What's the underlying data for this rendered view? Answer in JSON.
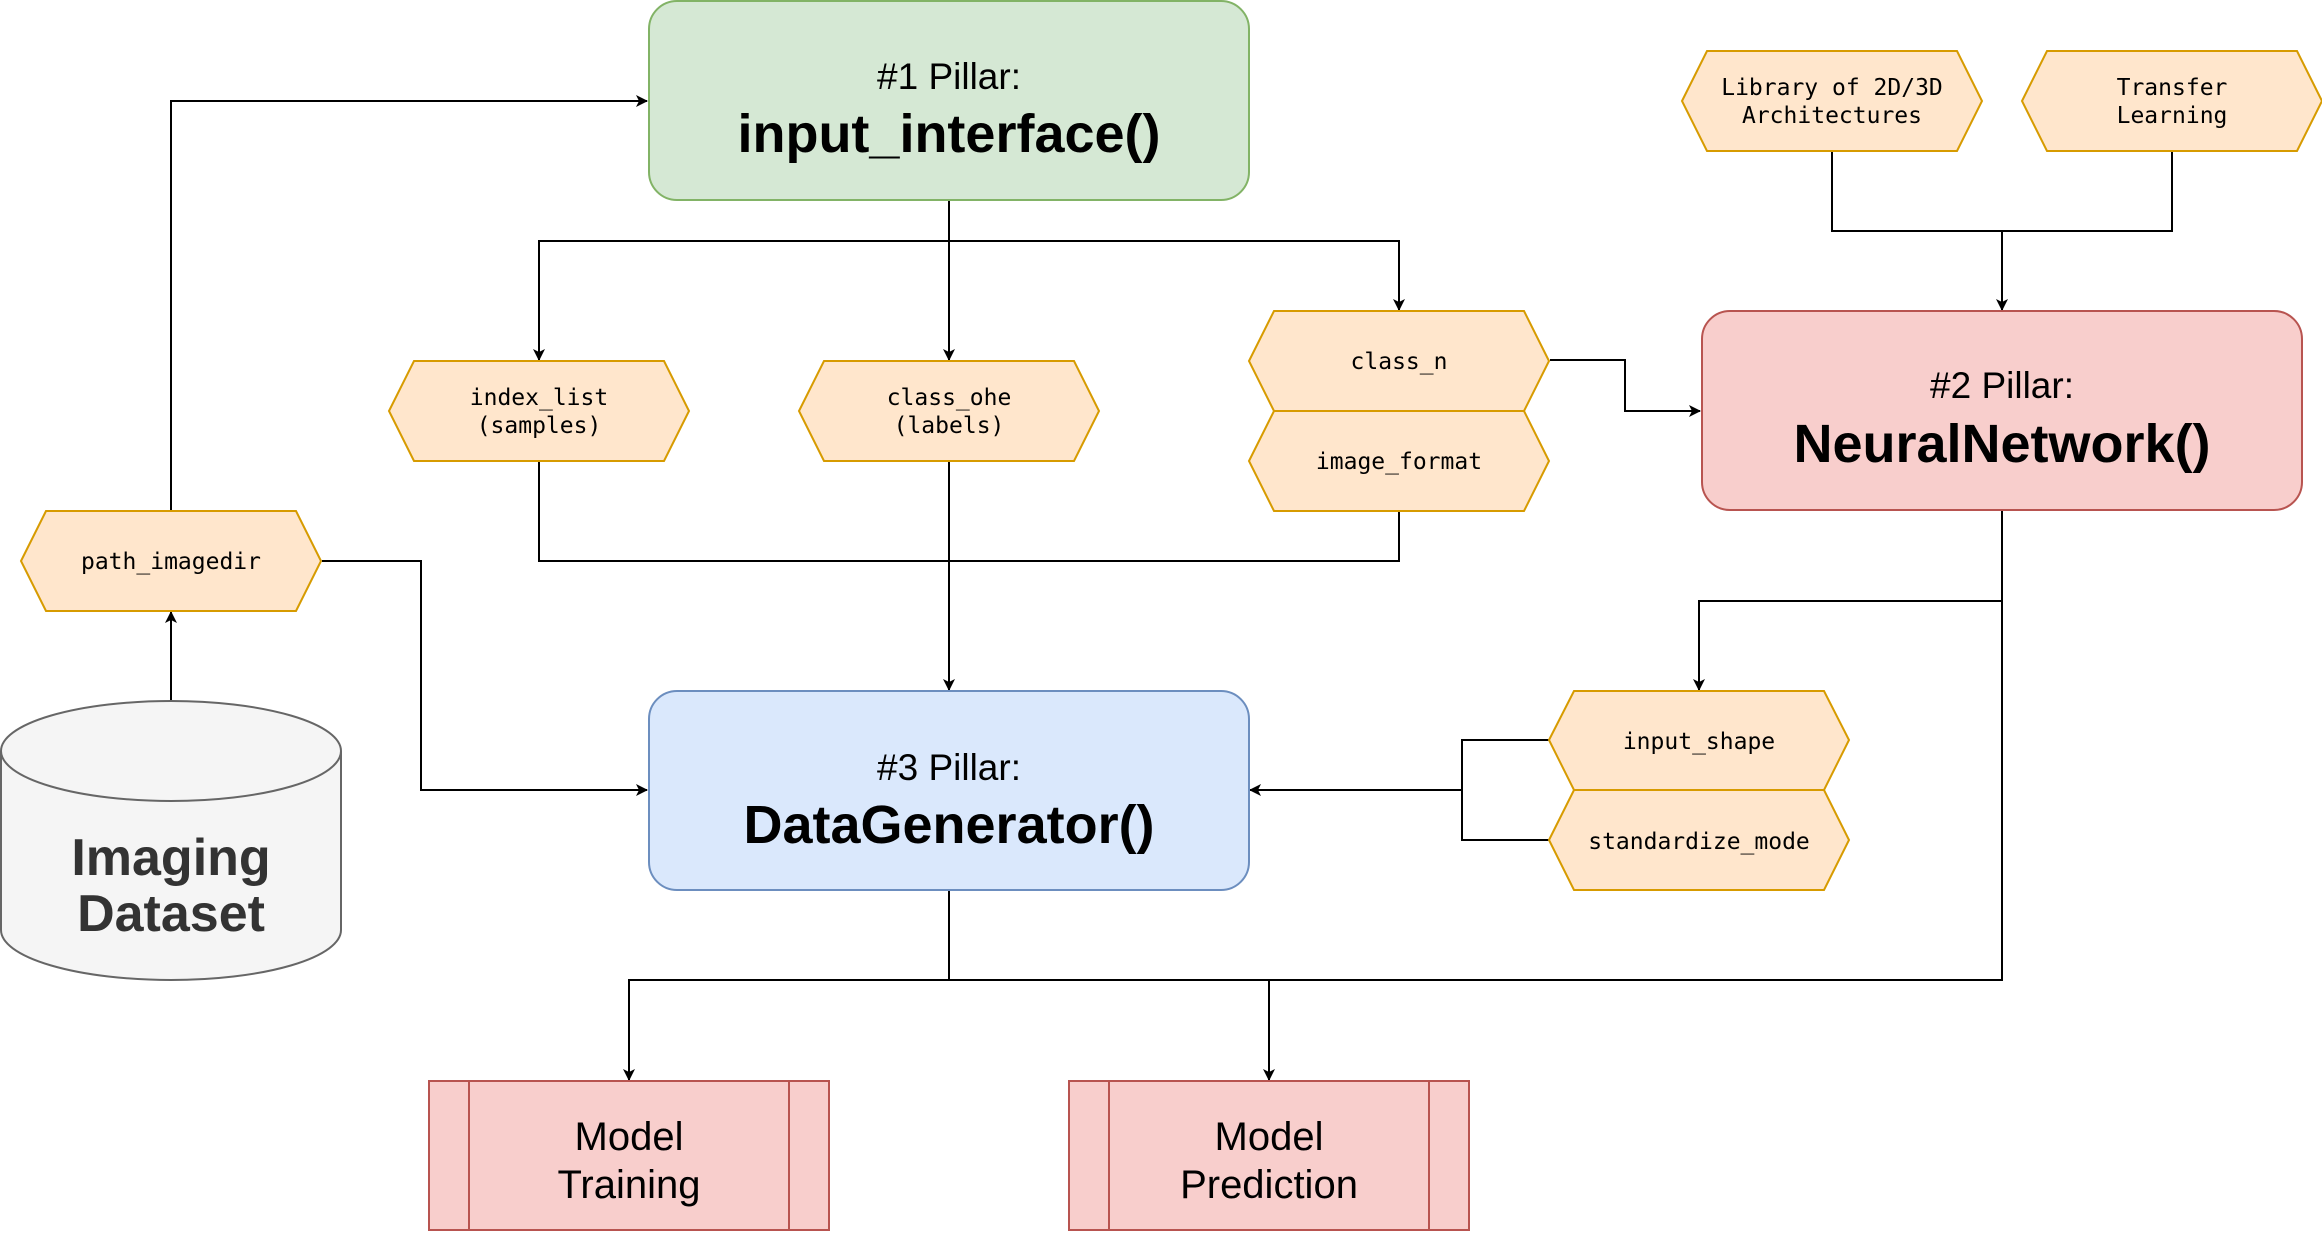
{
  "colors": {
    "green_fill": "#d5e8d4",
    "green_stroke": "#82b366",
    "red_fill": "#f8cecc",
    "red_stroke": "#b85450",
    "blue_fill": "#dae8fc",
    "blue_stroke": "#6c8ebf",
    "orange_fill": "#ffe6cc",
    "orange_stroke": "#d79b00",
    "gray_fill": "#f5f5f5",
    "gray_stroke": "#666666"
  },
  "pillars": {
    "input_interface": {
      "label": "#1 Pillar:",
      "func": "input_interface()"
    },
    "neural_network": {
      "label": "#2 Pillar:",
      "func": "NeuralNetwork()"
    },
    "data_generator": {
      "label": "#3 Pillar:",
      "func": "DataGenerator()"
    }
  },
  "dataset": {
    "line1": "Imaging",
    "line2": "Dataset"
  },
  "params": {
    "path_imagedir": "path_imagedir",
    "index_list": [
      "index_list",
      "(samples)"
    ],
    "class_ohe": [
      "class_ohe",
      "(labels)"
    ],
    "class_n": "class_n",
    "image_format": "image_format",
    "library": [
      "Library of 2D/3D",
      "Architectures"
    ],
    "transfer": [
      "Transfer",
      "Learning"
    ],
    "input_shape": "input_shape",
    "standardize_mode": "standardize_mode"
  },
  "outputs": {
    "training": [
      "Model",
      "Training"
    ],
    "prediction": [
      "Model",
      "Prediction"
    ]
  }
}
